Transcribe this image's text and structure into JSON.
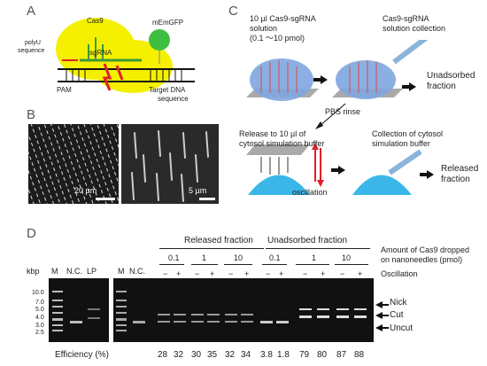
{
  "panels": {
    "a": "A",
    "b": "B",
    "c": "C",
    "d": "D"
  },
  "panel_a": {
    "cas9": "Cas9",
    "mEmGFP": "mEmGFP",
    "polyU": "polyU",
    "polyU2": "sequence",
    "sgRNA": "sgRNA",
    "pam": "PAM",
    "target1": "Target DNA",
    "target2": "sequence"
  },
  "panel_b": {
    "scale1": "20 µm",
    "scale2": "5 µm"
  },
  "panel_c": {
    "step1_l1": "10 µl Cas9-sgRNA",
    "step1_l2": "solution",
    "step1_l3": "(0.1 〜10 pmol)",
    "collect_l1": "Cas9-sgRNA",
    "collect_l2": "solution collection",
    "unadsorbed": "Unadsorbed",
    "fraction": "fraction",
    "rinse": "PBS rinse",
    "release_l1": "Release to 10 µl of",
    "release_l2": "cytosol simulation buffer",
    "collection_l1": "Collection of cytosol",
    "collection_l2": "simulation buffer",
    "oscillation": "oscillation",
    "released": "Released",
    "released_fraction": "fraction"
  },
  "panel_d": {
    "released_header": "Released fraction",
    "unadsorbed_header": "Unadsorbed fraction",
    "amount_l1": "Amount of Cas9 dropped",
    "amount_l2": "on nanoneedles (pmol)",
    "oscillation": "Oscillation",
    "kbp": "kbp",
    "lane_M": "M",
    "lane_NC": "N.C.",
    "lane_LP": "LP",
    "lane_M2": "M",
    "lane_NC2": "N.C.",
    "amounts": [
      "0.1",
      "1",
      "10",
      "0.1",
      "1",
      "10"
    ],
    "minus": "−",
    "plus": "+",
    "ladder": [
      "10.0",
      "7.0",
      "5.0",
      "4.0",
      "3.0",
      "2.5"
    ],
    "bands": {
      "nick": "Nick",
      "cut": "Cut",
      "uncut": "Uncut"
    },
    "efficiency_label": "Efficiency (%)",
    "efficiency": [
      "28",
      "32",
      "30",
      "35",
      "32",
      "34",
      "3.8",
      "1.8",
      "79",
      "80",
      "87",
      "88"
    ]
  },
  "colors": {
    "yellow": "#f5f000",
    "green": "#3a9a3a",
    "red": "#e0202a",
    "blue": "#5b8fd6",
    "cyan": "#3ab7e8"
  }
}
